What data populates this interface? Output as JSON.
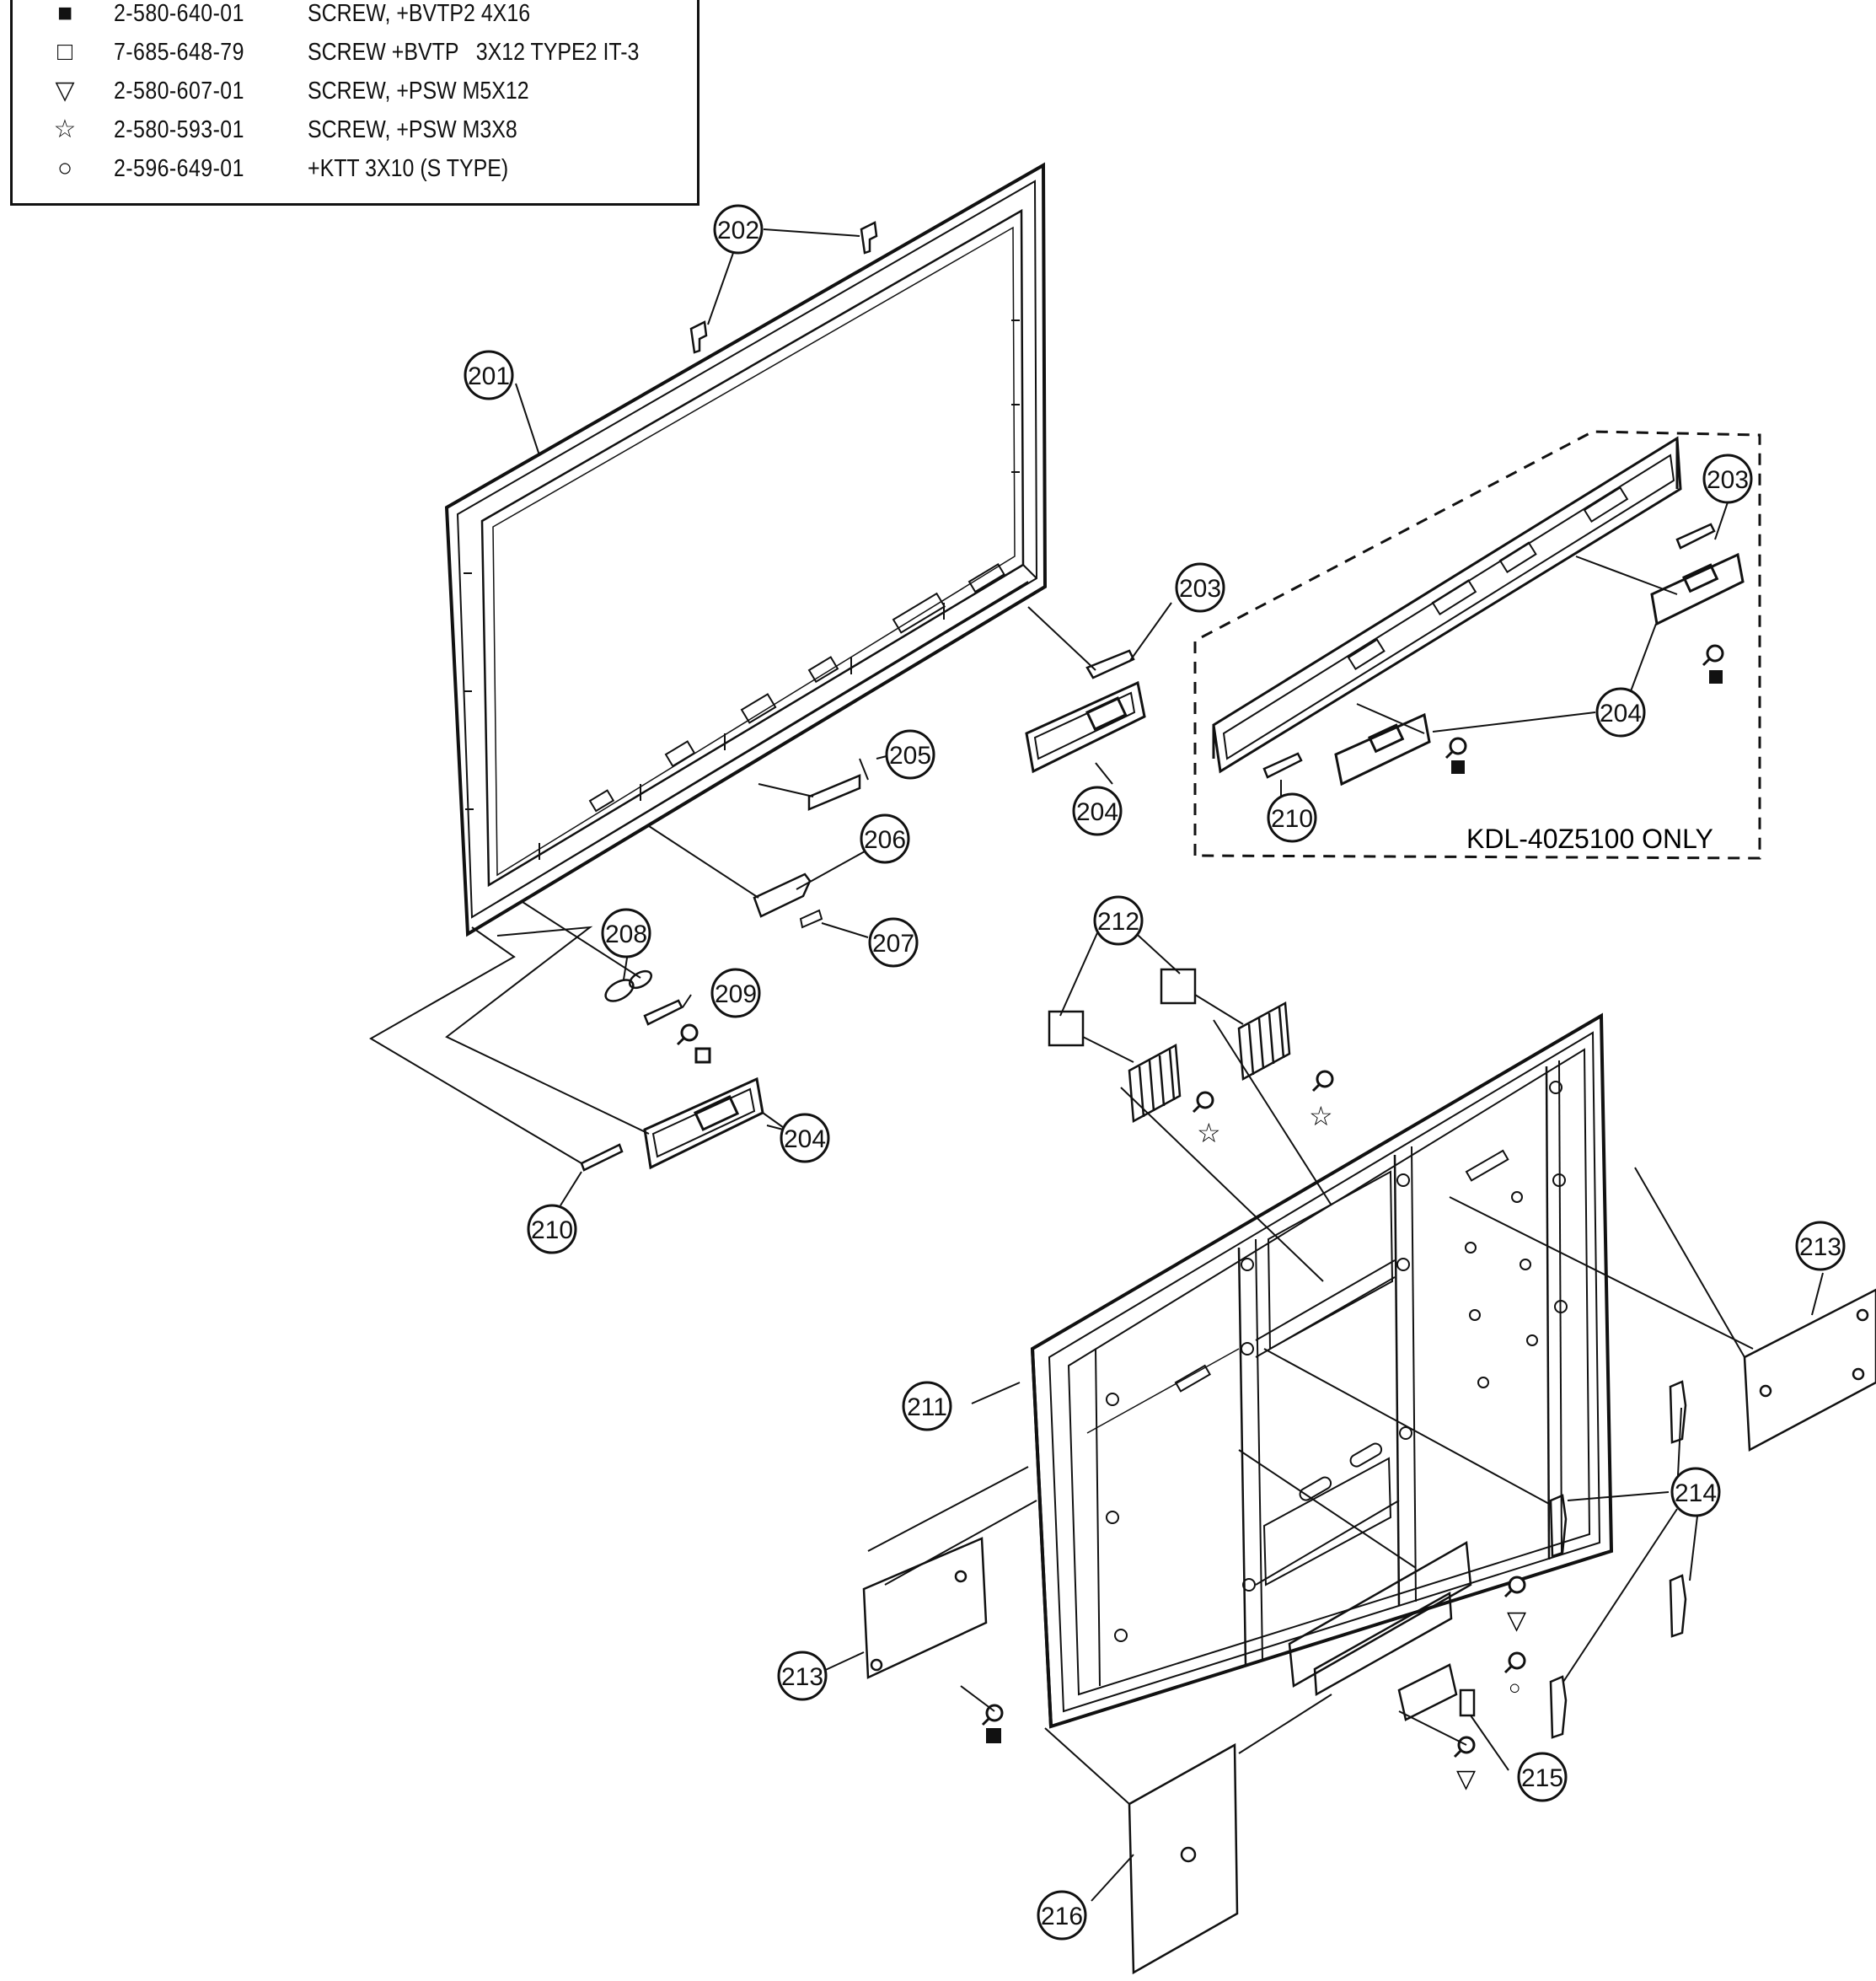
{
  "legend": [
    {
      "symbol": "■",
      "symbol_name": "filled-square-icon",
      "part": "2-580-640-01",
      "desc": "SCREW, +BVTP2 4X16"
    },
    {
      "symbol": "□",
      "symbol_name": "open-square-icon",
      "part": "7-685-648-79",
      "desc": "SCREW +BVTP   3X12 TYPE2 IT-3"
    },
    {
      "symbol": "▽",
      "symbol_name": "triangle-down-icon",
      "part": "2-580-607-01",
      "desc": "SCREW, +PSW M5X12"
    },
    {
      "symbol": "☆",
      "symbol_name": "star-icon",
      "part": "2-580-593-01",
      "desc": "SCREW, +PSW M3X8"
    },
    {
      "symbol": "○",
      "symbol_name": "circle-icon",
      "part": "2-596-649-01",
      "desc": "+KTT 3X10 (S TYPE)"
    }
  ],
  "callouts": {
    "c201": "201",
    "c202": "202",
    "c203a": "203",
    "c203b": "203",
    "c204a": "204",
    "c204b": "204",
    "c204c": "204",
    "c205": "205",
    "c206": "206",
    "c207": "207",
    "c208": "208",
    "c209": "209",
    "c210a": "210",
    "c210b": "210",
    "c211": "211",
    "c212": "212",
    "c213a": "213",
    "c213b": "213",
    "c214": "214",
    "c215": "215",
    "c216": "216"
  },
  "inset_note": "KDL-40Z5100 ONLY",
  "symbols": {
    "filled_square": "■",
    "open_square": "□",
    "triangle": "▽",
    "star": "☆",
    "circle": "○"
  }
}
